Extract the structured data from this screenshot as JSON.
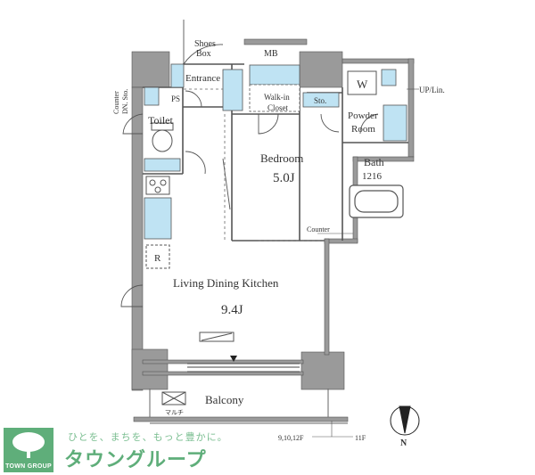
{
  "rooms": {
    "shoes_box": [
      "Shoes",
      "Box"
    ],
    "mb": "MB",
    "entrance": "Entrance",
    "ps": "PS",
    "walk_in_closet": [
      "Walk-in",
      "Closet"
    ],
    "sto": "Sto.",
    "w": "W",
    "up_lin": "UP/Lin.",
    "counter_dn_sto": [
      "Counter",
      "DN. Sto."
    ],
    "toilet": "Toilet",
    "powder_room": [
      "Powder",
      "Room"
    ],
    "bedroom": "Bedroom",
    "bedroom_size": "5.0J",
    "bath": [
      "Bath",
      "1216"
    ],
    "r": "R",
    "counter": "Counter",
    "ldk": "Living Dining Kitchen",
    "ldk_size": "9.4J",
    "balcony": "Balcony",
    "marker": "マルチ",
    "floors_left": "9,10,12F",
    "floors_right": "11F",
    "north": "N"
  },
  "brand": {
    "logo_text": "TOWN GROUP",
    "tagline": "ひとを、まちを、もっと豊かに。",
    "name": "タウングループ"
  },
  "colors": {
    "wall": "#9a9a9a",
    "fixture": "#bfe3f3",
    "line": "#444444",
    "brand_green": "#5fae7a"
  }
}
